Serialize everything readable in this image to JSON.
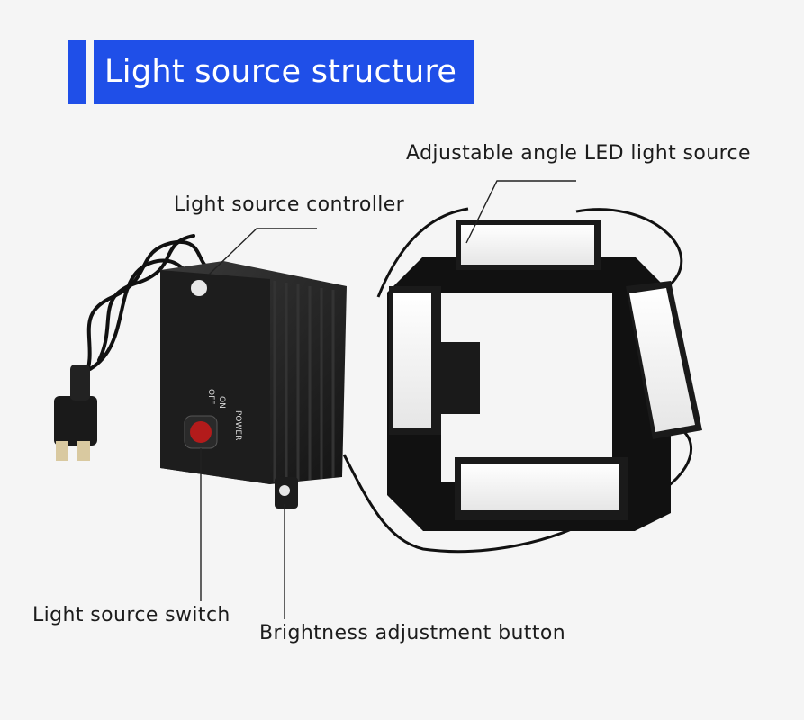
{
  "header": {
    "title": "Light source structure",
    "accent_color": "#1f4fe8"
  },
  "labels": {
    "led_light_source": "Adjustable angle LED light source",
    "controller": "Light source controller",
    "switch": "Light source switch",
    "brightness_button": "Brightness adjustment button"
  },
  "device_markings": {
    "on": "ON",
    "off": "OFF",
    "power": "POWER"
  },
  "icons": [
    "power-plug-icon",
    "power-switch-icon",
    "brightness-knob-icon",
    "indicator-led-icon"
  ]
}
